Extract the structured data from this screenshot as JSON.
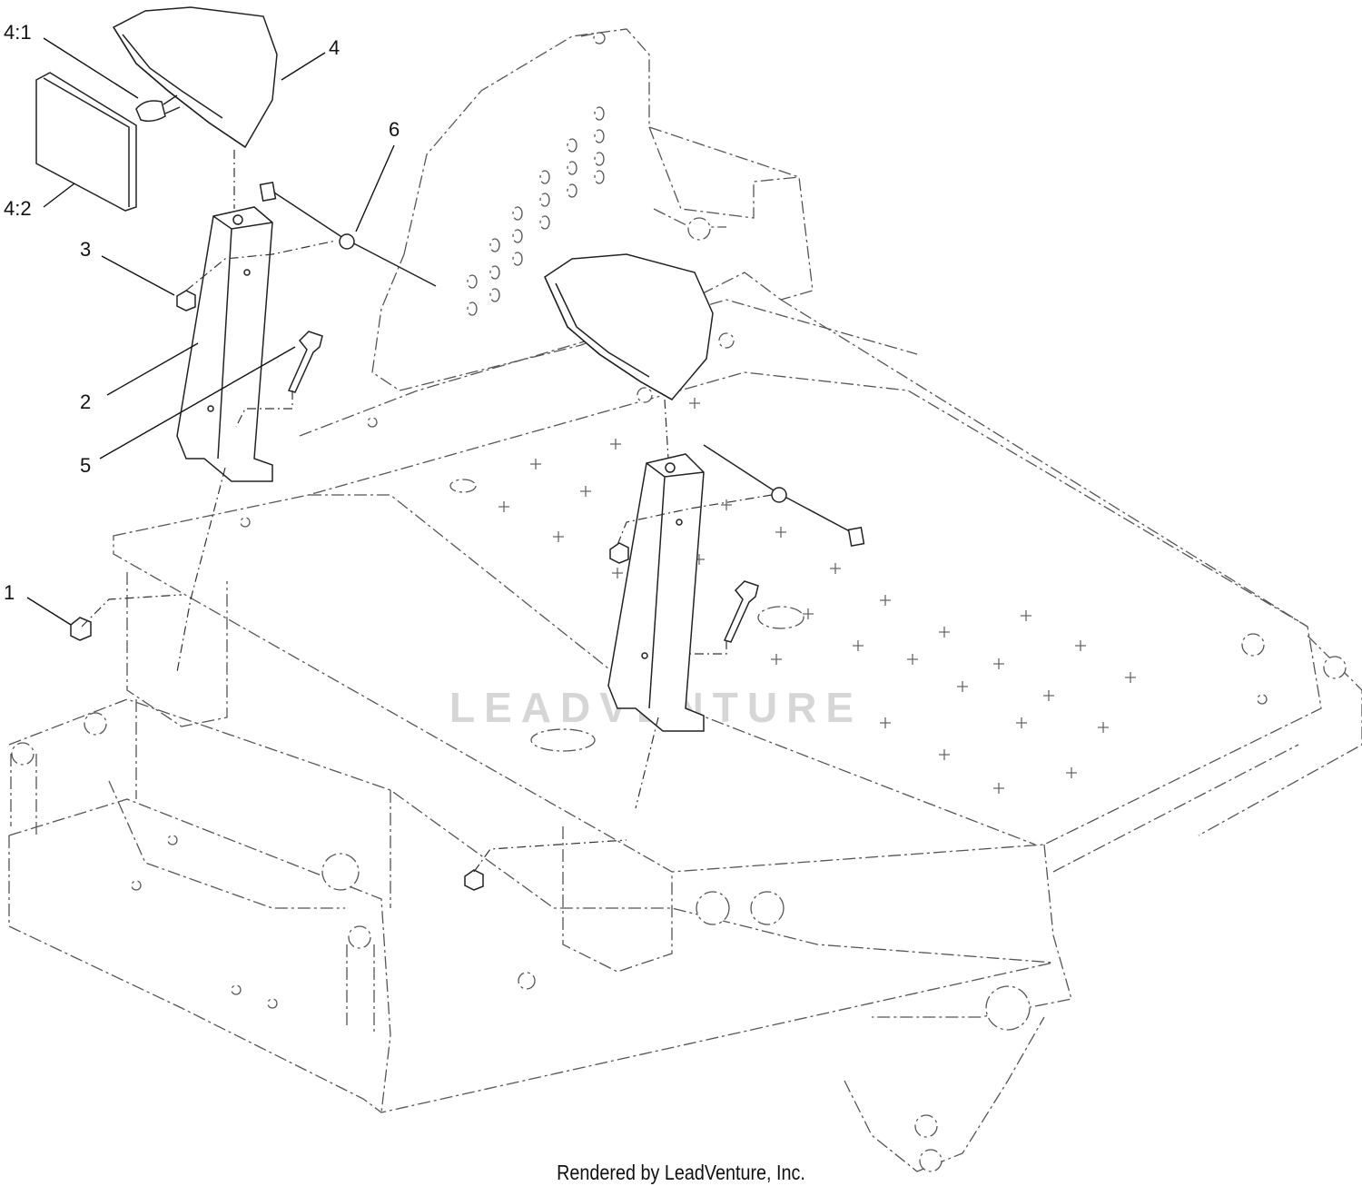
{
  "callouts": [
    {
      "id": "c41",
      "label": "4:1"
    },
    {
      "id": "c4",
      "label": "4"
    },
    {
      "id": "c6",
      "label": "6"
    },
    {
      "id": "c42",
      "label": "4:2"
    },
    {
      "id": "c3",
      "label": "3"
    },
    {
      "id": "c2",
      "label": "2"
    },
    {
      "id": "c5",
      "label": "5"
    },
    {
      "id": "c1",
      "label": "1"
    }
  ],
  "watermark": "LEADVENTURE",
  "credit": "Rendered by LeadVenture, Inc."
}
